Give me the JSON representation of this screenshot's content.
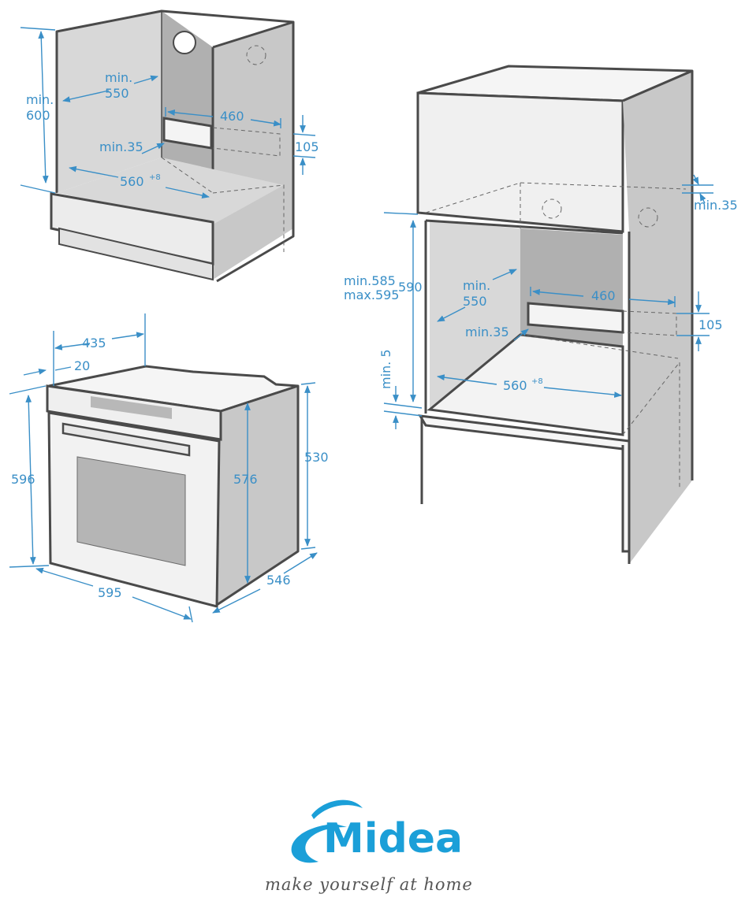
{
  "colors": {
    "dimension": "#3a8fc7",
    "brand": "#1b9fd8",
    "outline": "#4a4a4a"
  },
  "under_counter": {
    "height_label_1": "min.",
    "height_label_2": "600",
    "depth_label_1": "min.",
    "depth_label_2": "550",
    "vent_width": "460",
    "vent_height": "105",
    "vent_offset": "min.35",
    "width_label": "560",
    "width_tolerance": "+8"
  },
  "oven": {
    "depth_top": "435",
    "front_offset": "20",
    "front_height": "596",
    "side_height": "576",
    "back_height": "530",
    "width": "595",
    "depth": "546"
  },
  "tall_unit": {
    "top_gap": "min.35",
    "niche_range_1": "min.585",
    "niche_range_2": "max.595",
    "niche_height": "590",
    "depth_label_1": "min.",
    "depth_label_2": "550",
    "vent_width": "460",
    "vent_height": "105",
    "vent_offset": "min.35",
    "bottom_gap": "min. 5",
    "width_label": "560",
    "width_tolerance": "+8"
  },
  "logo": {
    "brand_name": "Midea",
    "slogan": "make yourself at home",
    "icon": "midea-swoosh-icon"
  }
}
